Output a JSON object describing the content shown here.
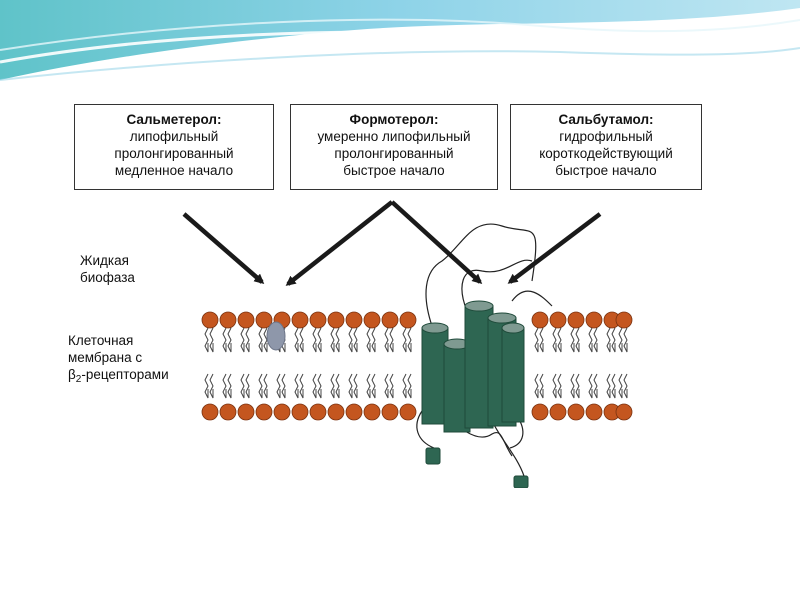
{
  "boxes": [
    {
      "name": "Сальметерол:",
      "lines": [
        "липофильный",
        "пролонгированный",
        "медленное начало"
      ]
    },
    {
      "name": "Формотерол:",
      "lines": [
        "умеренно липофильный",
        "пролонгированный",
        "быстрое начало"
      ]
    },
    {
      "name": "Сальбутамол:",
      "lines": [
        "гидрофильный",
        "короткодействующий",
        "быстрое начало"
      ]
    }
  ],
  "labels": {
    "biophase_line1": "Жидкая",
    "biophase_line2": "биофаза",
    "membrane_line1": "Клеточная",
    "membrane_line2": "мембрана с",
    "membrane_beta": "β",
    "membrane_sub": "2",
    "membrane_suffix": "-рецепторами"
  },
  "colors": {
    "lipid_head": "#c4561f",
    "receptor": "#2e6652",
    "receptor_top": "#7f9a91",
    "molecule": "#8e97aa",
    "arrow": "#1a1a1a"
  }
}
